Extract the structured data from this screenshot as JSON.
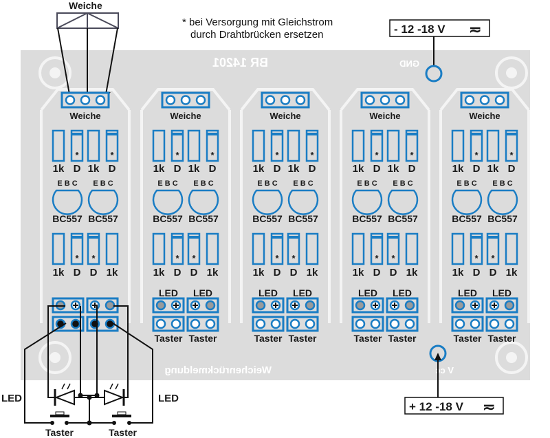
{
  "title": "Weichenrückmeldung",
  "board_id": "BR 14201",
  "turnout_label": "Weiche",
  "note": {
    "line1": "* bei Versorgung mit Gleichstrom",
    "line2": "durch Drahtbrücken ersetzen"
  },
  "supply": {
    "gnd_label": "GND",
    "vcc_label": "V cc",
    "negative": "- 12 -18 V",
    "positive": "+ 12 -18 V",
    "ac_dc_symbol": "≂"
  },
  "module": {
    "connector_label": "Weiche",
    "top_resistors": [
      "1k",
      "D",
      "1k",
      "D"
    ],
    "transistor_pins": "E B C",
    "transistors": [
      "BC557",
      "BC557"
    ],
    "bottom_resistors": [
      "1k",
      "D",
      "D",
      "1k"
    ],
    "diode_mark": "*",
    "led_label": "LED",
    "button_label": "Taster"
  },
  "module_count": 5,
  "external": {
    "led_left": "LED",
    "led_right": "LED",
    "button_left": "Taster",
    "button_right": "Taster"
  },
  "colors": {
    "board": "#dcdcdc",
    "trace": "#f4f4f4",
    "component": "#1a7dc4",
    "wire": "#111111",
    "pad_grey": "#9a9a9a"
  }
}
